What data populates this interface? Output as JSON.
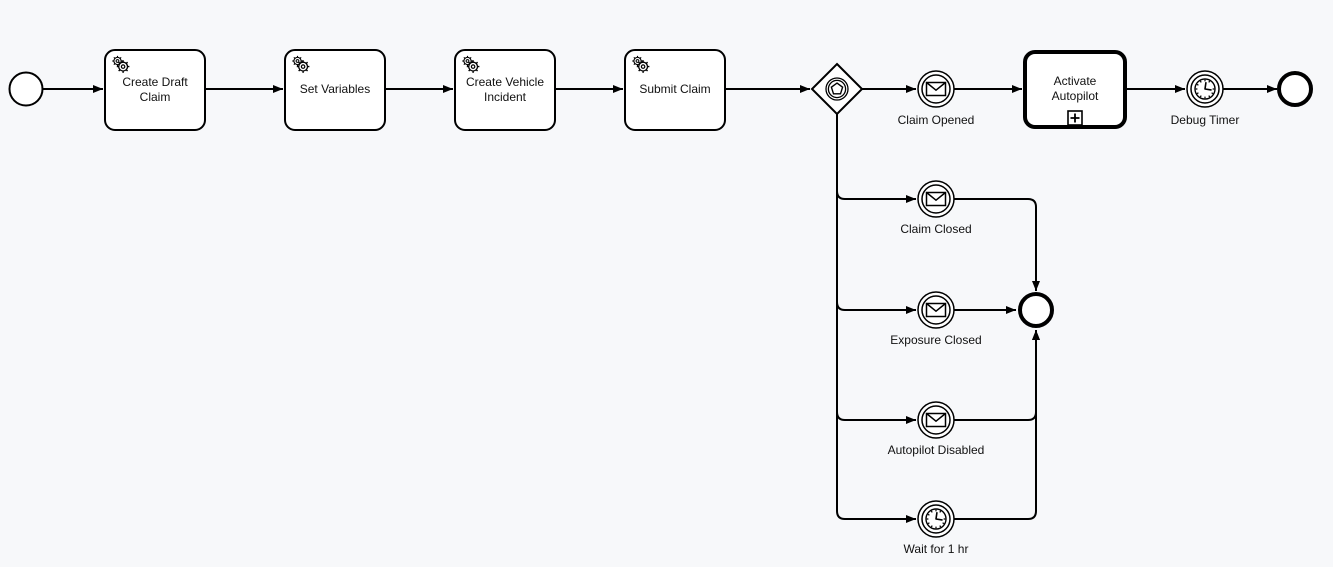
{
  "diagram": {
    "kind": "bpmn-process-diagram",
    "colors": {
      "background": "#f7f8fa",
      "stroke": "#000000",
      "shape_fill": "#ffffff",
      "label_text": "#111111"
    },
    "icons": {
      "service_task": "gear-icon",
      "message_event": "envelope-icon",
      "timer_event": "clock-icon",
      "event_gateway": "pentagon-in-double-circle-icon",
      "subprocess_marker": "plus-expand-icon"
    },
    "tasks": [
      {
        "name": "create-draft-claim",
        "lines": [
          "Create Draft",
          "Claim"
        ]
      },
      {
        "name": "set-variables",
        "lines": [
          "Set Variables"
        ]
      },
      {
        "name": "create-vehicle-incident",
        "lines": [
          "Create Vehicle",
          "Incident"
        ]
      },
      {
        "name": "submit-claim",
        "lines": [
          "Submit Claim"
        ]
      }
    ],
    "subprocess": {
      "name": "activate-autopilot",
      "lines": [
        "Activate",
        "Autopilot"
      ]
    },
    "events": [
      {
        "name": "claim-opened",
        "label": "Claim Opened",
        "icon": "message"
      },
      {
        "name": "claim-closed",
        "label": "Claim Closed",
        "icon": "message"
      },
      {
        "name": "exposure-closed",
        "label": "Exposure Closed",
        "icon": "message"
      },
      {
        "name": "autopilot-disabled",
        "label": "Autopilot Disabled",
        "icon": "message"
      },
      {
        "name": "wait-for-1-hr",
        "label": "Wait for 1 hr",
        "icon": "timer"
      },
      {
        "name": "debug-timer",
        "label": "Debug Timer",
        "icon": "timer"
      }
    ]
  }
}
